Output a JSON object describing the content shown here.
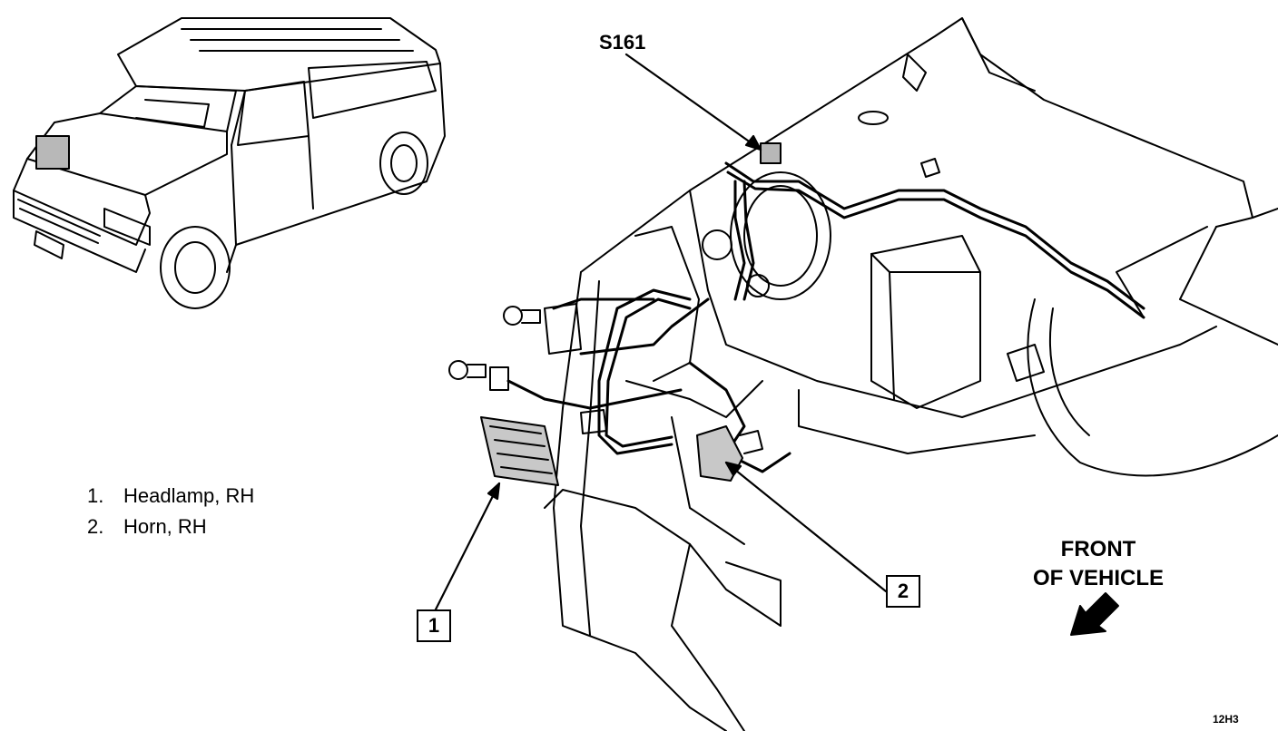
{
  "title": "",
  "legend": [
    {
      "num": "1.",
      "label": "Headlamp, RH"
    },
    {
      "num": "2.",
      "label": "Horn, RH"
    }
  ],
  "callouts": {
    "splice": "S161",
    "box1": "1",
    "box2": "2"
  },
  "direction": {
    "line1": "FRONT",
    "line2": "OF VEHICLE"
  },
  "figure_code": "12H3"
}
